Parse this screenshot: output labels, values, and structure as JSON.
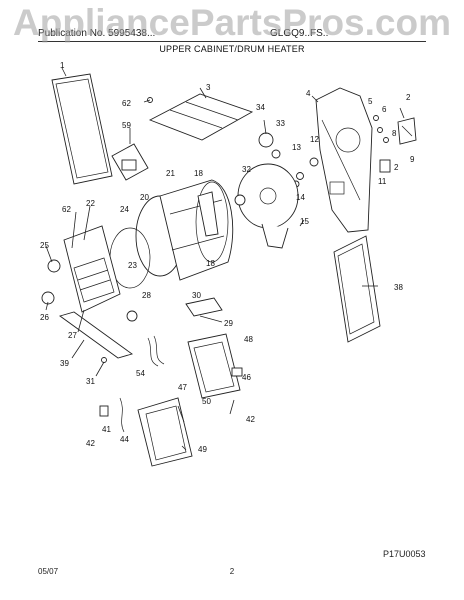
{
  "watermark": "AppliancePartsPros.com",
  "header": {
    "publication": "Publication No. 5995438...",
    "model": "GLGQ9..FS..",
    "section_title": "UPPER CABINET/DRUM HEATER"
  },
  "labels": {
    "l1": "1",
    "l2": "2",
    "l3": "3",
    "l4": "4",
    "l5": "5",
    "l6": "6",
    "l8": "8",
    "l9": "9",
    "l11": "11",
    "l12": "12",
    "l13": "13",
    "l14": "14",
    "l15": "15",
    "l18a": "18",
    "l18b": "18",
    "l20": "20",
    "l21": "21",
    "l22": "22",
    "l23": "23",
    "l24": "24",
    "l25": "25",
    "l26": "26",
    "l27": "27",
    "l28": "28",
    "l29": "29",
    "l30": "30",
    "l31": "31",
    "l32": "32",
    "l33": "33",
    "l34": "34",
    "l38": "38",
    "l39": "39",
    "l41": "41",
    "l42a": "42",
    "l42b": "42",
    "l44": "44",
    "l46": "46",
    "l47": "47",
    "l48": "48",
    "l49": "49",
    "l50": "50",
    "l54": "54",
    "l59": "59",
    "l62a": "62",
    "l62b": "62",
    "l2b": "2"
  },
  "footer": {
    "code": "P17U0053",
    "date": "05/07",
    "page": "2"
  }
}
